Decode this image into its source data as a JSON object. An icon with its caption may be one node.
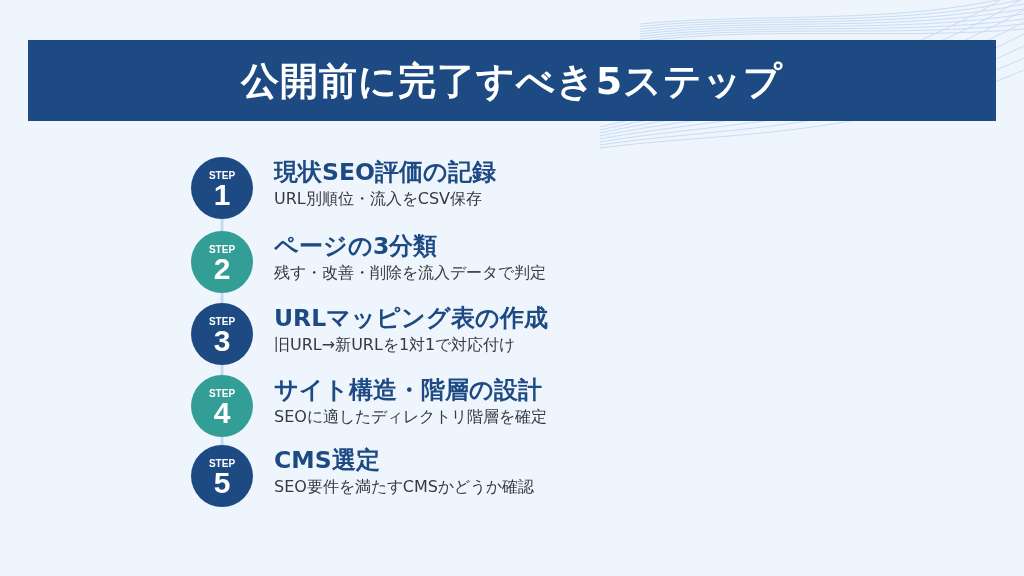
{
  "diagram": {
    "title": "公開前に完了すべき5ステップ",
    "nodes": [
      {
        "text": [
          "STEP",
          "1"
        ],
        "beside": [
          "現状SEO評価の記録",
          "URL別順位・流入をCSV保存"
        ]
      },
      {
        "text": [
          "STEP",
          "2"
        ],
        "beside": [
          "ページの3分類",
          "残す・改善・削除を流入データで判定"
        ]
      },
      {
        "text": [
          "STEP",
          "3"
        ],
        "beside": [
          "URLマッピング表の作成",
          "旧URL→新URLを1対1で対応付け"
        ]
      },
      {
        "text": [
          "STEP",
          "4"
        ],
        "beside": [
          "サイト構造・階層の設計",
          "SEOに適したディレクトリ階層を確定"
        ]
      },
      {
        "text": [
          "STEP",
          "5"
        ],
        "beside": [
          "CMS選定",
          "SEO要件を満たすCMSかどうか確認"
        ]
      }
    ],
    "edges": [
      {
        "from": 0,
        "to": 1,
        "arrow": "none"
      },
      {
        "from": 1,
        "to": 2,
        "arrow": "none"
      },
      {
        "from": 2,
        "to": 3,
        "arrow": "none"
      },
      {
        "from": 3,
        "to": 4,
        "arrow": "none"
      }
    ]
  }
}
